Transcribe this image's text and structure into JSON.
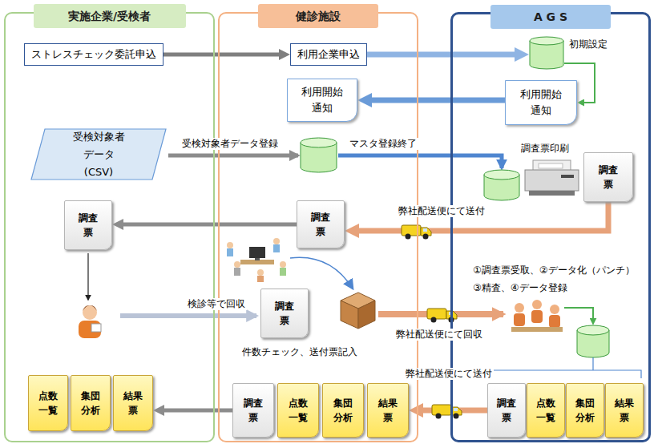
{
  "diagram": {
    "nodes": [
      {
        "text": [
          "実施企業/受検者"
        ]
      },
      {
        "text": [
          "健診施設"
        ]
      },
      {
        "text": [
          "A G S"
        ]
      },
      {
        "text": [
          "ストレスチェック委託申込"
        ],
        "in": 0
      },
      {
        "text": [
          "利用企業申込"
        ],
        "in": 1
      },
      {
        "text": [
          "初期設定"
        ],
        "in": 2
      },
      {
        "text": [
          "利用開始 通知"
        ],
        "in": 1
      },
      {
        "text": [
          "利用開始 通知"
        ],
        "in": 2
      },
      {
        "text": [
          "受検対象者 データ(CSV)"
        ],
        "in": 0
      },
      {
        "text": [
          "調査 票"
        ],
        "in": 2
      },
      {
        "text": [
          "調査 票"
        ],
        "in": 0
      },
      {
        "text": [
          "調査 票"
        ],
        "in": 1
      },
      {
        "text": [
          "調査 票"
        ],
        "in": 1
      },
      {
        "text": [
          "点数 一覧"
        ],
        "in": 0
      },
      {
        "text": [
          "集団 分析"
        ],
        "in": 0
      },
      {
        "text": [
          "結果 票"
        ],
        "in": 0
      },
      {
        "text": [
          "調査 票"
        ],
        "in": 1
      },
      {
        "text": [
          "点数 一覧"
        ],
        "in": 1
      },
      {
        "text": [
          "集団 分析"
        ],
        "in": 1
      },
      {
        "text": [
          "結果 票"
        ],
        "in": 1
      },
      {
        "text": [
          "調査 票"
        ],
        "in": 2
      },
      {
        "text": [
          "点数 一覧"
        ],
        "in": 2
      },
      {
        "text": [
          "集団 分析"
        ],
        "in": 2
      },
      {
        "text": [
          "結果 票"
        ],
        "in": 2
      }
    ],
    "edges": [
      {
        "from": 3,
        "to": 4,
        "arrow": "to"
      },
      {
        "from": 4,
        "to": 5,
        "arrow": "to"
      },
      {
        "from": 5,
        "to": 7,
        "arrow": "to"
      },
      {
        "from": 7,
        "to": 6,
        "arrow": "to"
      },
      {
        "from": 9,
        "to": 11,
        "label": "弊社配送便にて送付",
        "arrow": "to"
      },
      {
        "from": 11,
        "to": 10,
        "arrow": "to"
      },
      {
        "from": 20,
        "to": 19,
        "label": "弊社配送便にて送付",
        "arrow": "to"
      },
      {
        "from": 16,
        "to": 15,
        "arrow": "to"
      }
    ],
    "labels": [
      "受検対象者データ登録",
      "マスタ登録終了",
      "調査票印刷",
      "①調査票受取、②データ化（パンチ）",
      "③精査、④データ登録",
      "検診等で回収",
      "件数チェック、送付票記入",
      "弊社配送便にて回収"
    ]
  }
}
